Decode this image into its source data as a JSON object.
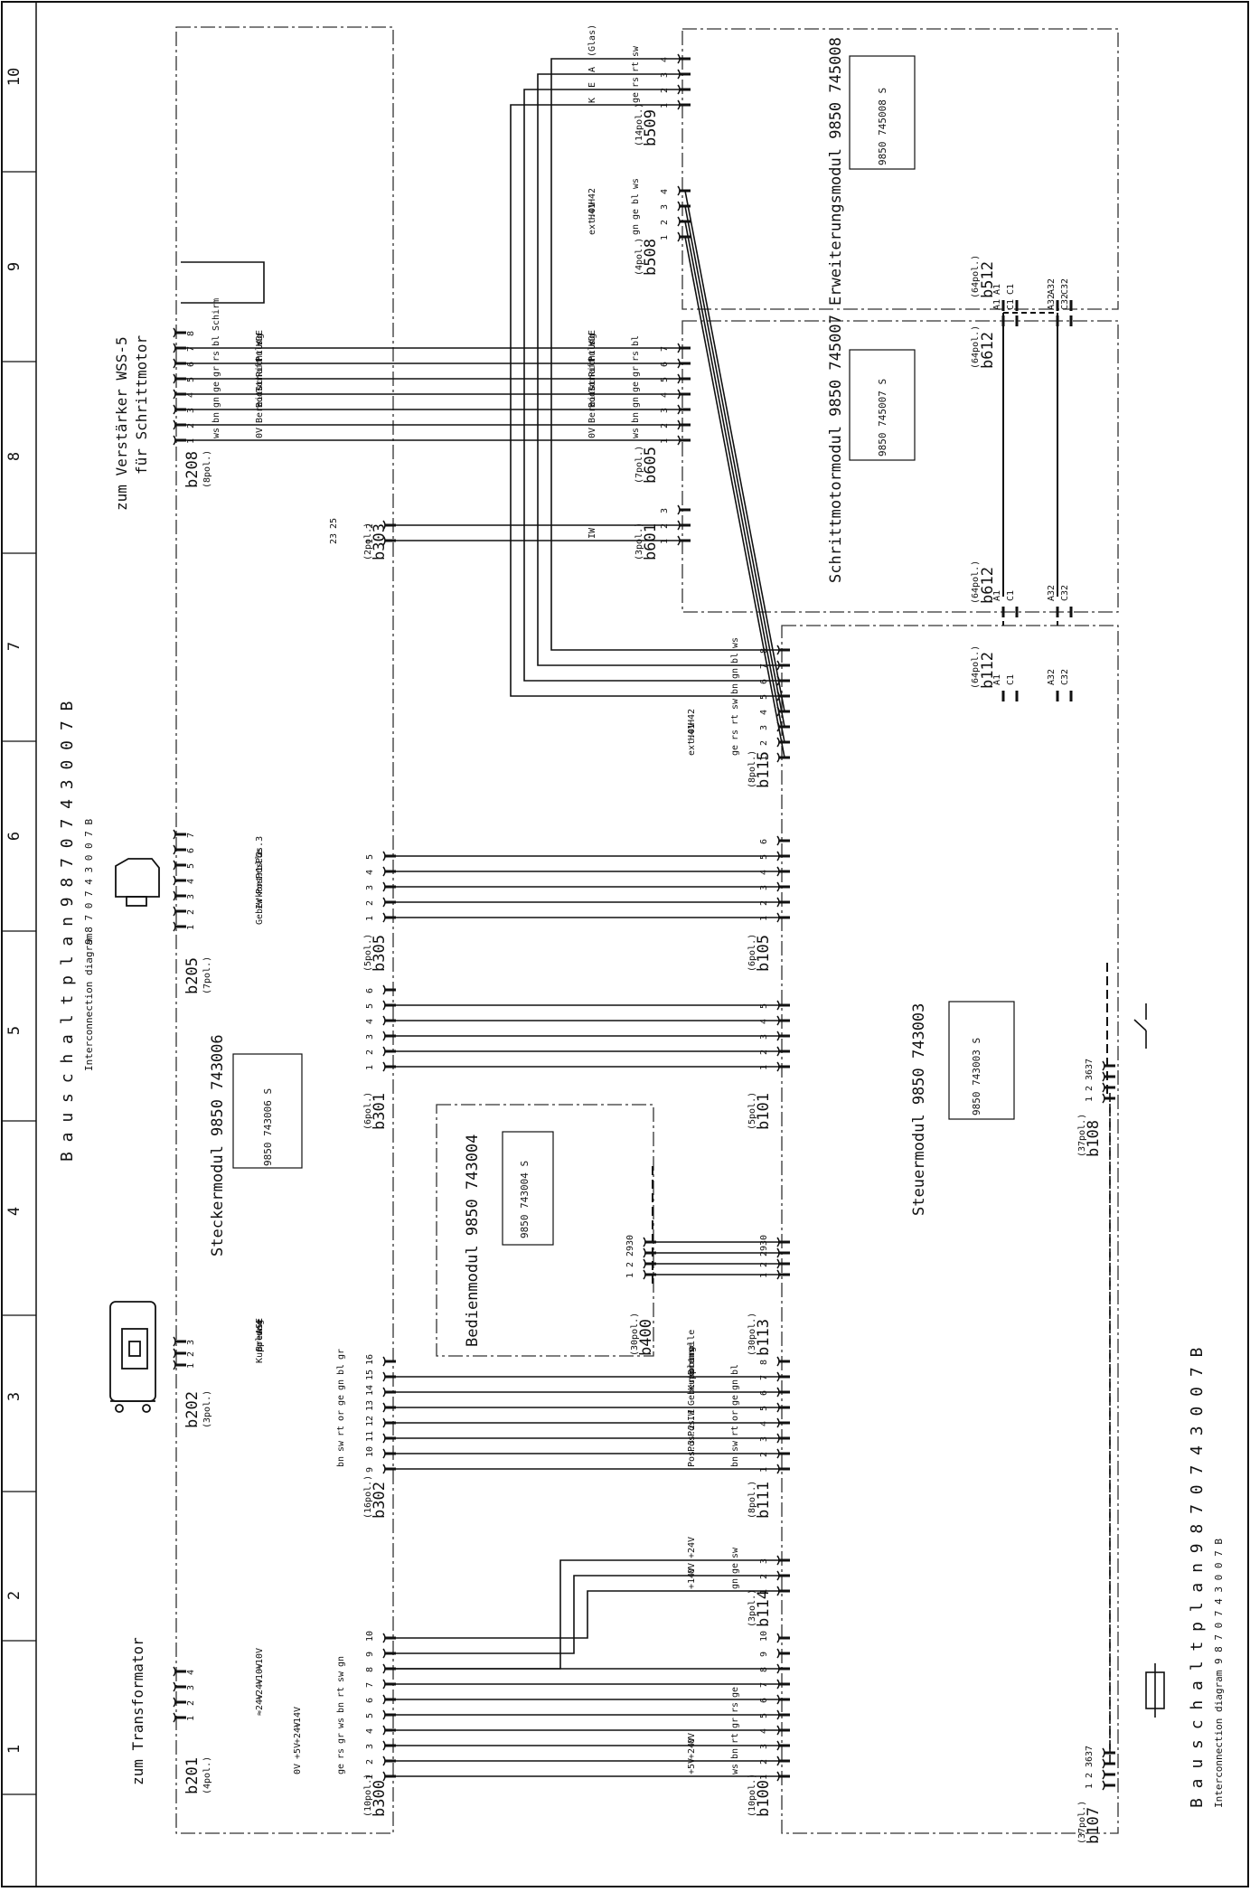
{
  "sheet": {
    "title_top": "B a u s c h a l t p l a n   9 8 7 0   7 4 3 0 0 7   B",
    "title_top_sub": "9 8 7 0   7 4 3 0 0 7   B",
    "title_bottom": "B a u s c h a l t p l a n   9 8 7 0   7 4 3 0 0 7   B",
    "title_bottom_sub": "Interconnection diagram   9 8 7 0   7 4 3 0 0 7   B",
    "interconnection_label": "Interconnection diagram",
    "zones": [
      "1",
      "2",
      "3",
      "4",
      "5",
      "6",
      "7",
      "8",
      "9",
      "10"
    ]
  },
  "modules": {
    "stecker": {
      "name": "Steckermodul 9850 743006",
      "part": "9850 743006 S"
    },
    "bedien": {
      "name": "Bedienmodul 9850 743004",
      "part": "9850 743004 S"
    },
    "steuer": {
      "name": "Steuermodul 9850 743003",
      "part": "9850 743003 S"
    },
    "schritt": {
      "name": "Schrittmotormodul 9850 745007",
      "part": "9850 745007 S"
    },
    "erweiterung": {
      "name": "Erweiterungsmodul 9850 745008",
      "part": "9850 745008 S"
    }
  },
  "external": {
    "verstaerker_line1": "zum Verstärker WSS-5",
    "verstaerker_line2": "für Schrittmotor",
    "transformator": "zum Transformator"
  },
  "connectors": {
    "b201": {
      "name": "b201",
      "pol": "(4pol.)",
      "pins": [
        "1",
        "2",
        "3",
        "4"
      ],
      "signals": [
        "≈24V",
        "≈24V",
        "≈10V",
        "≈10V"
      ]
    },
    "b202": {
      "name": "b202",
      "pol": "(3pol.)",
      "pins": [
        "1",
        "2",
        "3"
      ],
      "signals": [
        "Kupplung",
        "Bremse",
        "+ASE"
      ]
    },
    "b205": {
      "name": "b205",
      "pol": "(7pol.)",
      "pins": [
        "1",
        "2",
        "3",
        "4",
        "5",
        "6",
        "7"
      ],
      "signals": [
        "Geberkontrolle",
        "IW",
        "Pos.1",
        "Pos.2",
        "Pos.3"
      ]
    },
    "b208": {
      "name": "b208",
      "pol": "(8pol.)",
      "pins": [
        "1",
        "2",
        "3",
        "4",
        "5",
        "6",
        "7",
        "8"
      ],
      "colors": [
        "ws",
        "bn",
        "gn",
        "ge",
        "gr",
        "rs",
        "bl",
        "Schirm"
      ],
      "signals": [
        "0V",
        "Bereitschaft",
        "Boost",
        "Tor",
        "Richtung",
        "Puls",
        "VDE"
      ]
    },
    "b300": {
      "name": "b300",
      "pol": "(10pol.)",
      "pins": [
        "1",
        "2",
        "3",
        "4",
        "5",
        "6",
        "7",
        "8",
        "9",
        "10"
      ],
      "colors": [
        "ge",
        "rs",
        "gr",
        "ws",
        "bn",
        "rt",
        "sw",
        "gn"
      ],
      "signals": [
        "0V",
        "+5V",
        "+24V",
        "+14V"
      ]
    },
    "b301": {
      "name": "b301",
      "pol": "(6pol.)",
      "pins": [
        "1",
        "2",
        "3",
        "4",
        "5",
        "6"
      ]
    },
    "b302": {
      "name": "b302",
      "pol": "(16pol.)",
      "pins": [
        "9",
        "10",
        "11",
        "12",
        "13",
        "14",
        "15",
        "16"
      ],
      "colors": [
        "bn",
        "sw",
        "rt",
        "or",
        "ge",
        "gn",
        "bl",
        "gr"
      ]
    },
    "b303": {
      "name": "b303",
      "pol": "(2pol.)",
      "pins": [
        "1",
        "2"
      ],
      "extra": [
        "23",
        "25"
      ]
    },
    "b305": {
      "name": "b305",
      "pol": "(5pol.)",
      "pins": [
        "1",
        "2",
        "3",
        "4",
        "5"
      ]
    },
    "b400": {
      "name": "b400",
      "pol": "(30pol.)",
      "pins": [
        "1",
        "2",
        "29",
        "30"
      ]
    },
    "b100": {
      "name": "b100",
      "pol": "(10pol.)",
      "pins": [
        "1",
        "2",
        "3",
        "4",
        "5",
        "6",
        "7",
        "8",
        "9",
        "10"
      ],
      "colors": [
        "ws",
        "bn",
        "rt",
        "gr",
        "rs",
        "ge"
      ],
      "signals": [
        "+5V",
        "+24V",
        "0V"
      ]
    },
    "b101": {
      "name": "b101",
      "pol": "(5pol.)",
      "pins": [
        "1",
        "2",
        "3",
        "4",
        "5"
      ]
    },
    "b105": {
      "name": "b105",
      "pol": "(6pol.)",
      "pins": [
        "1",
        "2",
        "3",
        "4",
        "5",
        "6"
      ]
    },
    "b107": {
      "name": "b107",
      "pol": "(37pol.)",
      "pins": [
        "1",
        "2",
        "36",
        "37"
      ]
    },
    "b108": {
      "name": "b108",
      "pol": "(37pol.)",
      "pins": [
        "1",
        "2",
        "36",
        "37"
      ]
    },
    "b111": {
      "name": "b111",
      "pol": "(8pol.)",
      "pins": [
        "1",
        "2",
        "3",
        "4",
        "5",
        "6",
        "7",
        "8"
      ],
      "colors": [
        "bn",
        "sw",
        "rt",
        "or",
        "ge",
        "gn",
        "bl"
      ],
      "signals": [
        "Pos.3",
        "Pos.2",
        "Pos.1",
        "IW",
        "Geberkontrolle",
        "Kupplung",
        "Bremse"
      ]
    },
    "b113": {
      "name": "b113",
      "pol": "(30pol.)",
      "pins": [
        "1",
        "2",
        "29",
        "30"
      ]
    },
    "b114": {
      "name": "b114",
      "pol": "(3pol.)",
      "pins": [
        "1",
        "2",
        "3"
      ],
      "colors": [
        "gn",
        "ge",
        "sw"
      ],
      "signals": [
        "+14V",
        "0V",
        "+24V"
      ]
    },
    "b115": {
      "name": "b115",
      "pol": "(8pol.)",
      "pins": [
        "1",
        "2",
        "3",
        "4",
        "5",
        "6",
        "7",
        "8"
      ],
      "colors": [
        "ge",
        "rs",
        "rt",
        "sw",
        "bn",
        "gn",
        "bl",
        "ws"
      ],
      "signals": [
        "ext.0V",
        "H41",
        "H42"
      ]
    },
    "b112": {
      "name": "b112",
      "pol": "(64pol.)",
      "pins": [
        "A1",
        "C1",
        "A32",
        "C32"
      ]
    },
    "b601": {
      "name": "b601",
      "pol": "(3pol.)",
      "pins": [
        "1",
        "2",
        "3"
      ],
      "signals": [
        "IW"
      ]
    },
    "b605": {
      "name": "b605",
      "pol": "(7pol.)",
      "pins": [
        "1",
        "2",
        "3",
        "4",
        "5",
        "6",
        "7"
      ],
      "colors": [
        "ws",
        "bn",
        "gn",
        "ge",
        "gr",
        "rs",
        "bl"
      ],
      "signals": [
        "0V",
        "Bereitschaft",
        "Boost",
        "Tor",
        "Richtung",
        "Puls",
        "VDE"
      ]
    },
    "b612a": {
      "name": "b612",
      "pol": "(64pol.)",
      "pins": [
        "A1",
        "C1",
        "A32",
        "C32"
      ]
    },
    "b612b": {
      "name": "b612",
      "pol": "(64pol.)",
      "pins": [
        "A1",
        "C1",
        "A32",
        "C32"
      ]
    },
    "b512": {
      "name": "b512",
      "pol": "(64pol.)",
      "pins": [
        "A1",
        "C1",
        "A32",
        "C32"
      ]
    },
    "b508": {
      "name": "b508",
      "pol": "(4pol.)",
      "pins": [
        "1",
        "2",
        "3",
        "4"
      ],
      "colors": [
        "gn",
        "ge",
        "bl",
        "ws"
      ],
      "signals": [
        "ext.0V",
        "H41",
        "H42"
      ]
    },
    "b509": {
      "name": "b509",
      "pol": "(14pol.)",
      "pins": [
        "1",
        "2",
        "3",
        "4"
      ],
      "colors": [
        "ge",
        "rs",
        "rt",
        "sw"
      ],
      "signals": [
        "K",
        "E",
        "A",
        "(Glas)"
      ]
    }
  }
}
